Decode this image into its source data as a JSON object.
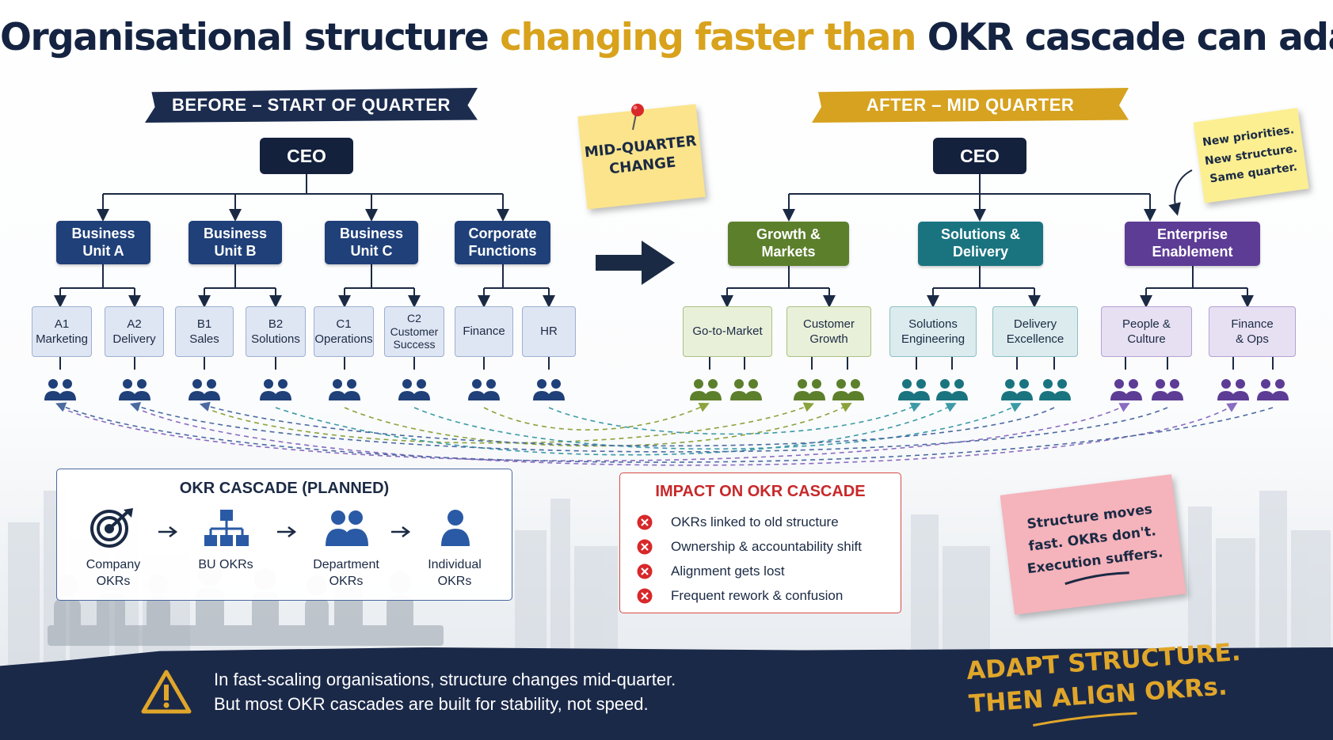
{
  "title": {
    "part1": "Organisational structure",
    "part2": "changing faster than",
    "part3": "OKR cascade can adapt"
  },
  "before": {
    "banner": "BEFORE – START OF QUARTER",
    "ceo": "CEO",
    "units": [
      {
        "line1": "Business",
        "line2": "Unit A"
      },
      {
        "line1": "Business",
        "line2": "Unit B"
      },
      {
        "line1": "Business",
        "line2": "Unit C"
      },
      {
        "line1": "Corporate",
        "line2": "Functions"
      }
    ],
    "subs": [
      {
        "line1": "A1",
        "line2": "Marketing"
      },
      {
        "line1": "A2",
        "line2": "Delivery"
      },
      {
        "line1": "B1",
        "line2": "Sales"
      },
      {
        "line1": "B2",
        "line2": "Solutions"
      },
      {
        "line1": "C1",
        "line2": "Operations"
      },
      {
        "line1": "C2",
        "line2": "Customer",
        "line3": "Success"
      },
      {
        "line1": "Finance"
      },
      {
        "line1": "HR"
      }
    ]
  },
  "after": {
    "banner": "AFTER – MID QUARTER",
    "ceo": "CEO",
    "units": [
      {
        "line1": "Growth &",
        "line2": "Markets"
      },
      {
        "line1": "Solutions &",
        "line2": "Delivery"
      },
      {
        "line1": "Enterprise",
        "line2": "Enablement"
      }
    ],
    "subs": [
      {
        "line1": "Go-to-Market"
      },
      {
        "line1": "Customer",
        "line2": "Growth"
      },
      {
        "line1": "Solutions",
        "line2": "Engineering"
      },
      {
        "line1": "Delivery",
        "line2": "Excellence"
      },
      {
        "line1": "People &",
        "line2": "Culture"
      },
      {
        "line1": "Finance",
        "line2": "& Ops"
      }
    ]
  },
  "sticky_mid": {
    "line1": "MID-QUARTER",
    "line2": "CHANGE"
  },
  "sticky_new": {
    "line1": "New priorities.",
    "line2": "New structure.",
    "line3": "Same quarter."
  },
  "sticky_pink": {
    "line1": "Structure moves",
    "line2": "fast. OKRs don't.",
    "line3": "Execution suffers."
  },
  "okr_cascade": {
    "title": "OKR CASCADE (PLANNED)",
    "steps": [
      {
        "line1": "Company",
        "line2": "OKRs",
        "icon": "target-icon"
      },
      {
        "line1": "BU OKRs",
        "line2": "",
        "icon": "org-chart-icon"
      },
      {
        "line1": "Department",
        "line2": "OKRs",
        "icon": "group-icon"
      },
      {
        "line1": "Individual",
        "line2": "OKRs",
        "icon": "person-icon"
      }
    ]
  },
  "impact": {
    "title": "IMPACT ON OKR CASCADE",
    "items": [
      "OKRs linked to old structure",
      "Ownership & accountability shift",
      "Alignment gets lost",
      "Frequent rework & confusion"
    ]
  },
  "bottom": {
    "line1": "In fast-scaling organisations, structure changes mid-quarter.",
    "line2": "But most OKR cascades are built for stability, not speed."
  },
  "cta": {
    "line1": "ADAPT STRUCTURE.",
    "line2": "THEN ALIGN OKRs."
  },
  "colors": {
    "navy": "#14213d",
    "gold": "#d8a21c",
    "blue": "#1f4079",
    "green": "#5c7f2c",
    "teal": "#1a7480",
    "purple": "#5d3c95",
    "red": "#c8282a"
  }
}
